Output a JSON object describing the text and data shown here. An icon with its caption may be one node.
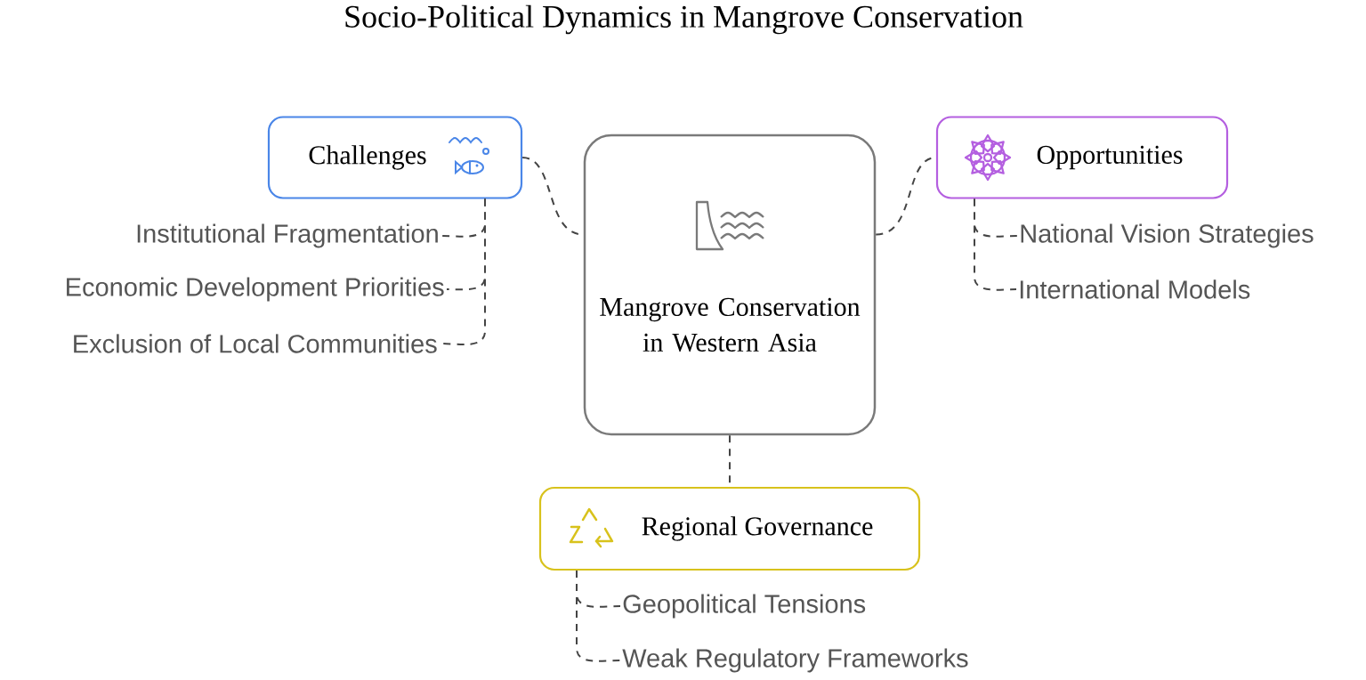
{
  "diagram": {
    "title": "Socio-Political Dynamics in Mangrove Conservation",
    "nodes": [
      {
        "text": [
          "Mangrove Conservation in Western Asia"
        ]
      },
      {
        "text": [
          "Challenges"
        ]
      },
      {
        "text": [
          "Institutional Fragmentation"
        ]
      },
      {
        "text": [
          "Economic Development Priorities"
        ]
      },
      {
        "text": [
          "Exclusion of Local Communities"
        ]
      },
      {
        "text": [
          "Opportunities"
        ]
      },
      {
        "text": [
          "National Vision Strategies"
        ]
      },
      {
        "text": [
          "International Models"
        ]
      },
      {
        "text": [
          "Regional Governance"
        ]
      },
      {
        "text": [
          "Geopolitical Tensions"
        ]
      },
      {
        "text": [
          "Weak Regulatory Frameworks"
        ]
      }
    ],
    "edges": [
      {
        "from": 1,
        "to": 0,
        "arrow": "none"
      },
      {
        "from": 0,
        "to": 5,
        "arrow": "none"
      },
      {
        "from": 0,
        "to": 8,
        "arrow": "none"
      },
      {
        "from": 1,
        "to": 2,
        "arrow": "none"
      },
      {
        "from": 1,
        "to": 3,
        "arrow": "none"
      },
      {
        "from": 1,
        "to": 4,
        "arrow": "none"
      },
      {
        "from": 5,
        "to": 6,
        "arrow": "none"
      },
      {
        "from": 5,
        "to": 7,
        "arrow": "none"
      },
      {
        "from": 8,
        "to": 9,
        "arrow": "none"
      },
      {
        "from": 8,
        "to": 10,
        "arrow": "none"
      }
    ]
  }
}
